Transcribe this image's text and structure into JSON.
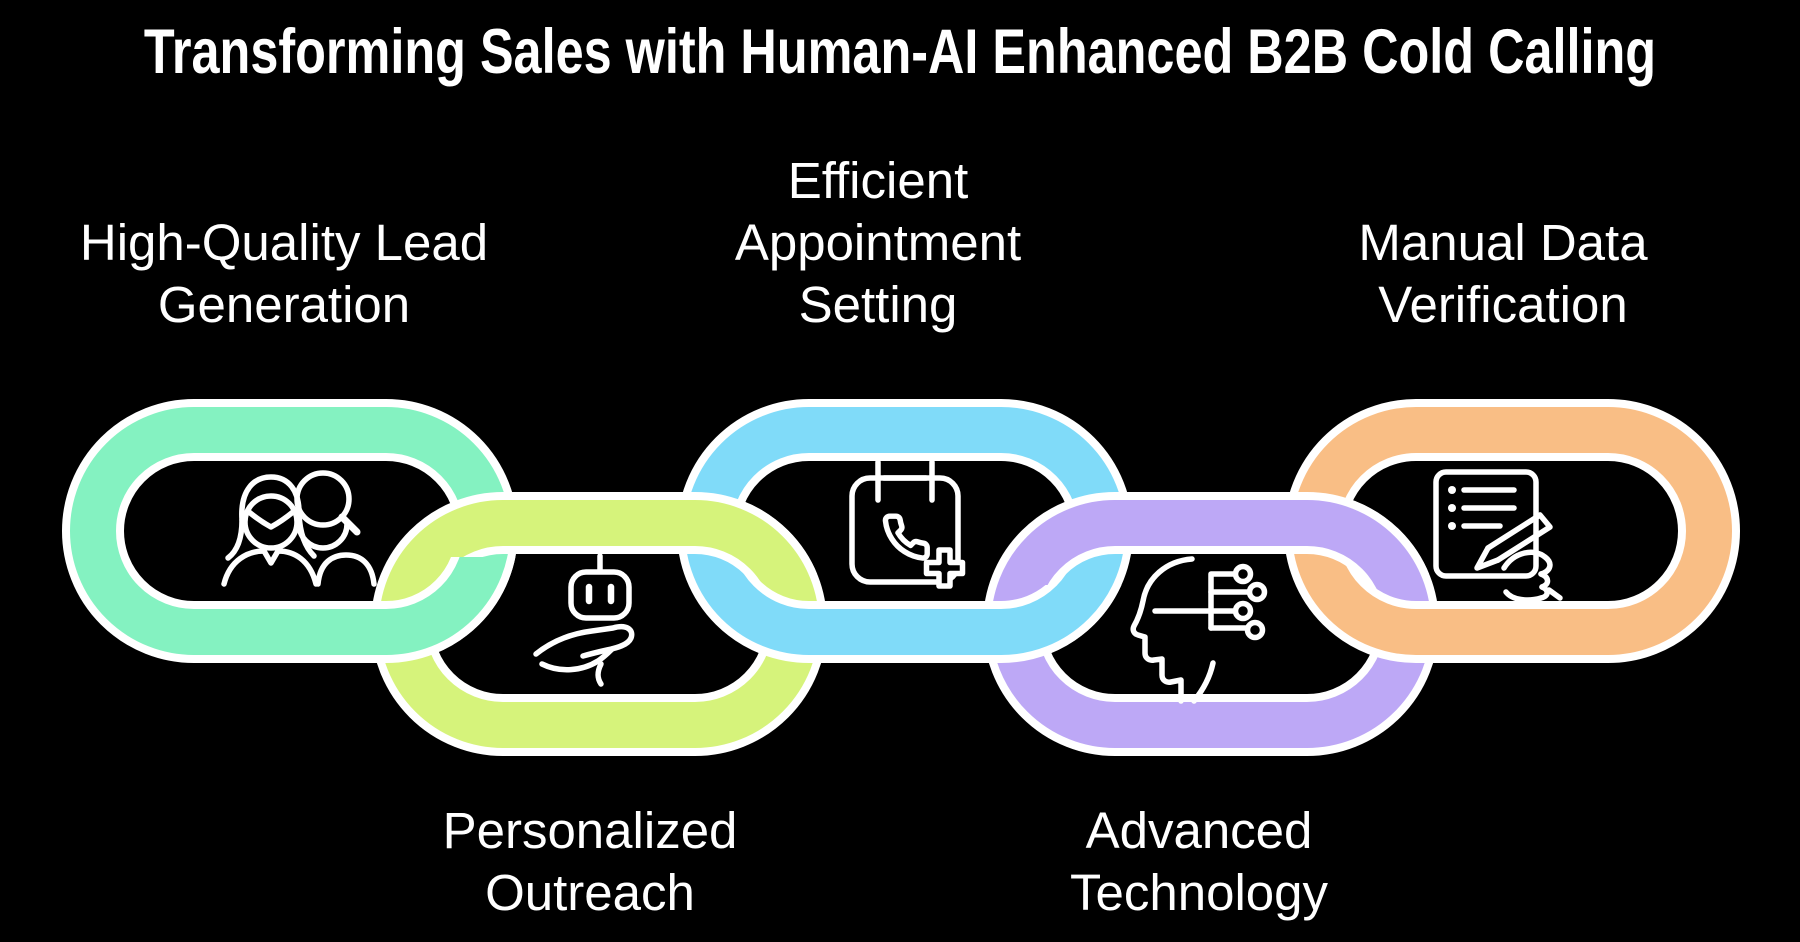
{
  "title": "Transforming Sales with Human-AI Enhanced B2B Cold Calling",
  "background_color": "#000000",
  "text_color": "#ffffff",
  "outline_color": "#ffffff",
  "chain": {
    "description": "Five interlocking chain links, alternating high and low positions",
    "links": [
      {
        "id": "lead-generation",
        "label": "High-Quality Lead\nGeneration",
        "label_position": "top",
        "color": "#84F2C1",
        "icon": "people-search-icon",
        "row": "top"
      },
      {
        "id": "personalized-outreach",
        "label": "Personalized\nOutreach",
        "label_position": "bottom",
        "color": "#D6F37B",
        "icon": "robot-over-hand-icon",
        "row": "bottom"
      },
      {
        "id": "appointment-setting",
        "label": "Efficient\nAppointment\nSetting",
        "label_position": "top",
        "color": "#80DBF9",
        "icon": "calendar-phone-plus-icon",
        "row": "top"
      },
      {
        "id": "advanced-technology",
        "label": "Advanced\nTechnology",
        "label_position": "bottom",
        "color": "#BDA8F6",
        "icon": "ai-head-circuit-icon",
        "row": "bottom"
      },
      {
        "id": "manual-data-verification",
        "label": "Manual Data\nVerification",
        "label_position": "top",
        "color": "#F9BE85",
        "icon": "document-pen-hand-icon",
        "row": "top"
      }
    ]
  }
}
